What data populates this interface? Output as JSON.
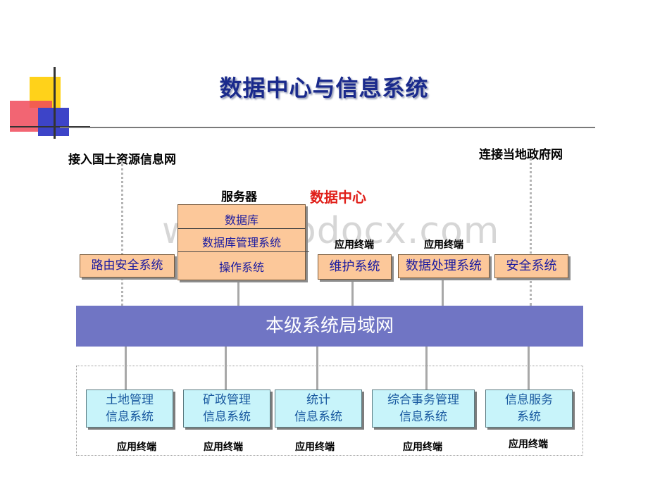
{
  "title": "数据中心与信息系统",
  "labels": {
    "access_land_network": "接入国土资源信息网",
    "connect_gov_network": "连接当地政府网",
    "server": "服务器",
    "data_center": "数据中心",
    "terminal_top_1": "应用终端",
    "terminal_top_2": "应用终端"
  },
  "server_rows": [
    "数据库",
    "数据库管理系统",
    "操作系统"
  ],
  "top_boxes": {
    "routing_security": "路由安全系统",
    "maintenance": "维护系统",
    "data_processing": "数据处理系统",
    "security": "安全系统"
  },
  "network": "本级系统局域网",
  "bottom_systems": [
    {
      "line1": "土地管理",
      "line2": "信息系统",
      "terminal": "应用终端"
    },
    {
      "line1": "矿政管理",
      "line2": "信息系统",
      "terminal": "应用终端"
    },
    {
      "line1": "统计",
      "line2": "信息系统",
      "terminal": "应用终端"
    },
    {
      "line1": "综合事务管理",
      "line2": "信息系统",
      "terminal": "应用终端"
    },
    {
      "line1": "信息服务",
      "line2": "系统",
      "terminal": "应用终端"
    }
  ],
  "watermark": "www.wodocx.com",
  "colors": {
    "title": "#1a2a8c",
    "orange_box": "#fcc89a",
    "cyan_box": "#c8f4fa",
    "network": "#7075c4",
    "highlight": "#e0201a"
  }
}
